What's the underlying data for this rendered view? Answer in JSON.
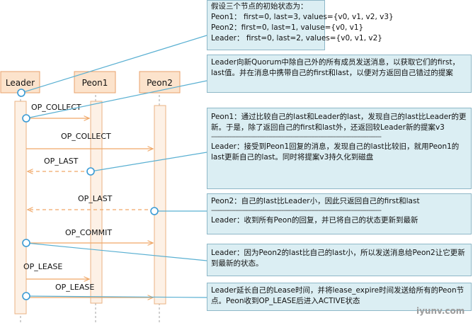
{
  "participants": [
    {
      "name": "Leader"
    },
    {
      "name": "Peon1"
    },
    {
      "name": "Peon2"
    }
  ],
  "messages": [
    {
      "label": "OP_COLLECT",
      "style": "solid"
    },
    {
      "label": "OP_COLLECT",
      "style": "solid"
    },
    {
      "label": "OP_LAST",
      "style": "dashed"
    },
    {
      "label": "OP_LAST",
      "style": "dashed"
    },
    {
      "label": "OP_COMMIT",
      "style": "solid"
    },
    {
      "label": "OP_LEASE",
      "style": "solid"
    },
    {
      "label": "OP_LEASE",
      "style": "solid"
    }
  ],
  "notes": {
    "initial": {
      "title": "假设三个节点的初始状态为：",
      "peon1": "Peon1：  first=0, last=3, values={v0, v1, v2, v3}",
      "peon2": "Peon2：first=0, last=1, valuse={v0, v1}",
      "leader": "Leader：  first=0, last=2, values={v0, v1, v2}"
    },
    "collect": "Leader向新Quorum中除自己外的所有成员发送消息，以获取它们的first，last值。并在消息中携带自己的first和last，以便对方返回自己错过的提案",
    "peon1_last": {
      "peon1": "Peon1：通过比较自己的last和Leader的last，发现自己的last比Leader的更新。于是，除了返回自己的first和last外，还返回较Leader新的提案v3",
      "separator": "--------------------------------------------------------------------------------------------",
      "leader": "Leader：接受到Peon1回复的消息，发现自己的last比较旧，就用Peon1的last更新自己的last。同时将提案v3持久化到磁盘"
    },
    "peon2_last": {
      "peon2": "Peon2：自己的last比Leader小，因此只返回自己的first和last",
      "separator": "--------------------------------------------------------------------------------------------",
      "leader": "Leader：收到所有Peon的回复，并已将自己的状态更新到最新"
    },
    "commit": "Leader：因为Peon2的last比自己的last小，所以发送消息给Peon2让它更新到最新的状态。",
    "lease": "Leader延长自己的Lease时间，并将lease_expire时间发送给所有的Peon节点。Peon收到OP_LEASE后进入ACTIVE状态"
  },
  "watermark": "iyunv.com"
}
